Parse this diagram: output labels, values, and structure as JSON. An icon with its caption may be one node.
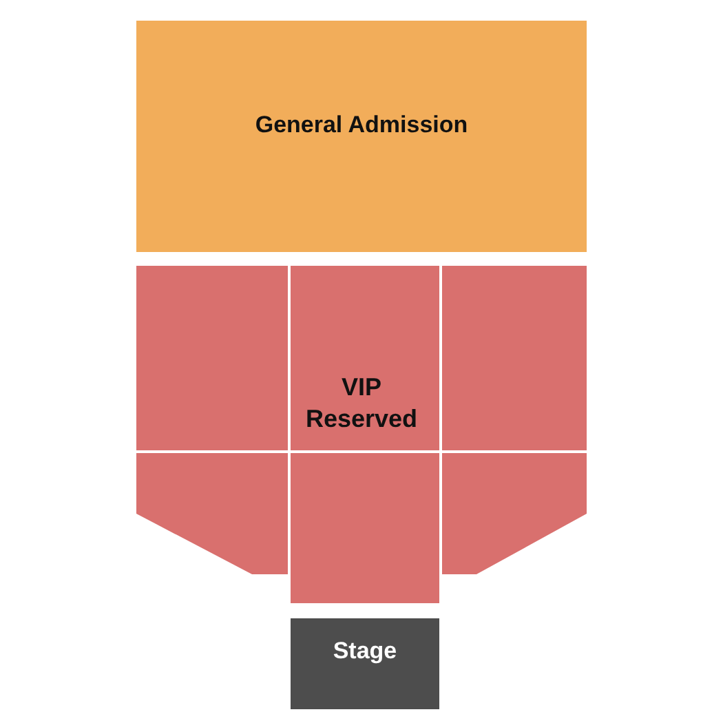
{
  "diagram": {
    "nodes": [
      {
        "text": [
          "General Admission"
        ]
      },
      {
        "text": [
          "VIP Reserved"
        ]
      },
      {
        "text": [
          "Stage"
        ]
      }
    ]
  }
}
